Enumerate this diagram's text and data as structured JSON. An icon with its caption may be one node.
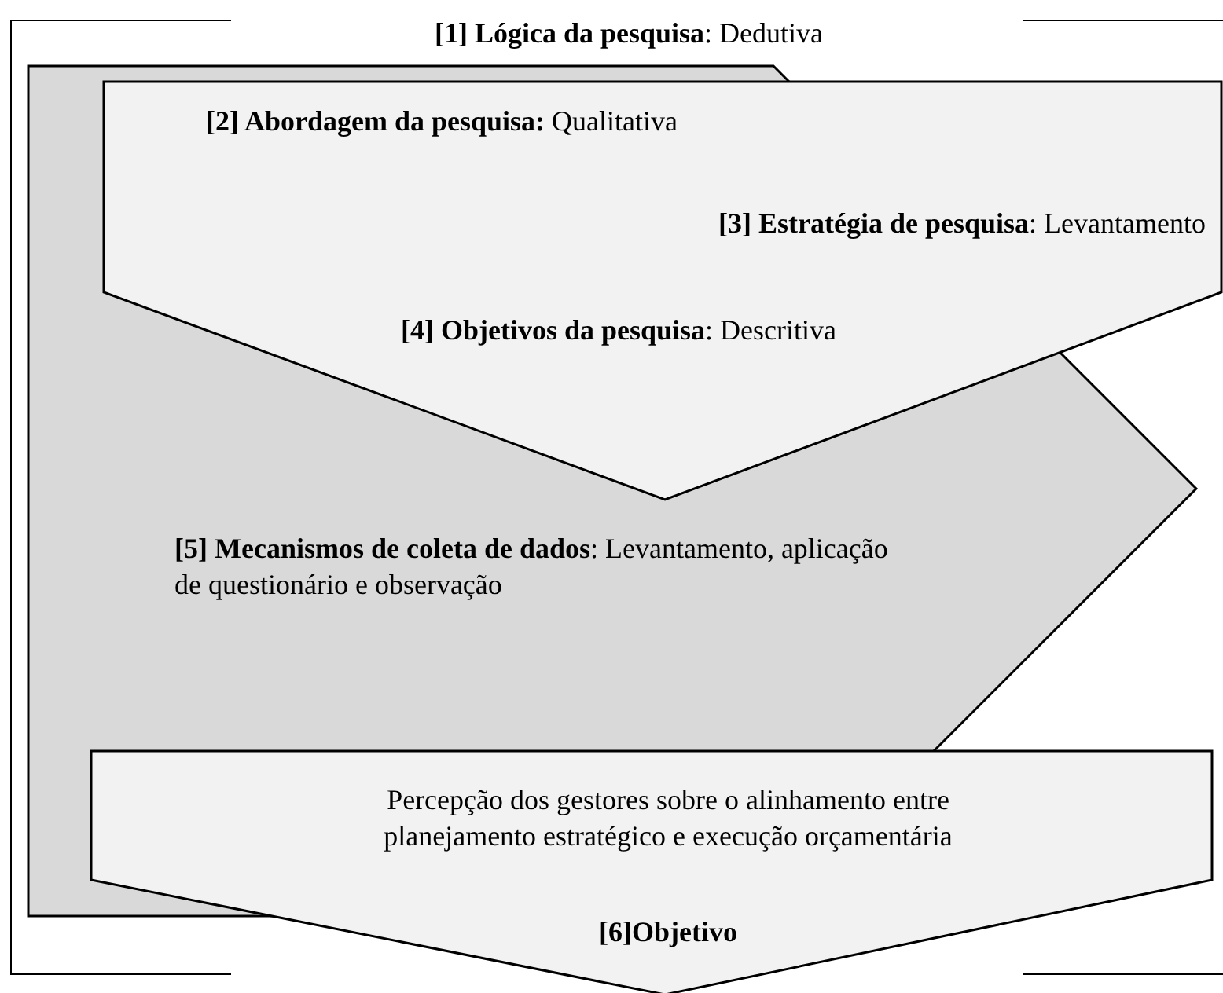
{
  "diagram": {
    "nodes": [
      {
        "text": [
          "**[1] Lógica da pesquisa**: Dedutiva"
        ]
      },
      {
        "text": [
          "**[5] Mecanismos de coleta de dados**: Levantamento, aplicação de questionário e observação"
        ],
        "in": 0
      },
      {
        "text": [
          "**[2] Abordagem da pesquisa:** Qualitativa",
          "**[3] Estratégia de pesquisa**: Levantamento",
          "**[4] Objetivos da pesquisa**: Descritiva"
        ],
        "in": 1
      },
      {
        "text": [
          "Percepção dos gestores sobre o alinhamento entre planejamento estratégico e execução orçamentária",
          "[6]Objetivo"
        ]
      }
    ]
  }
}
